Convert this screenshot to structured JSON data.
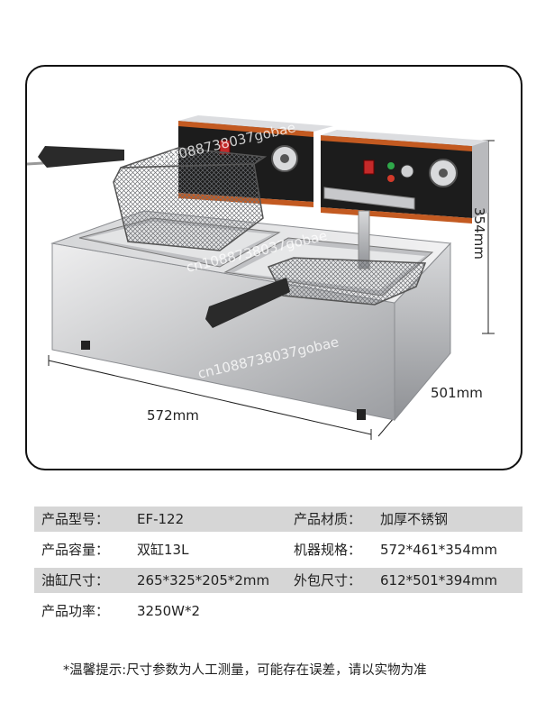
{
  "dimensions": {
    "width": "572mm",
    "depth": "501mm",
    "height": "354mm"
  },
  "watermark": "cn1088738037gobae",
  "specs": [
    {
      "label1": "产品型号：",
      "value1": "EF-122",
      "label2": "产品材质：",
      "value2": "加厚不锈钢"
    },
    {
      "label1": "产品容量：",
      "value1": "双缸13L",
      "label2": "机器规格：",
      "value2": "572*461*354mm"
    },
    {
      "label1": "油缸尺寸：",
      "value1": "265*325*205*2mm",
      "label2": "外包尺寸：",
      "value2": "612*501*394mm"
    },
    {
      "label1": "产品功率：",
      "value1": "3250W*2"
    }
  ],
  "note": "*温馨提示:尺寸参数为人工测量，可能存在误差，请以实物为准",
  "colors": {
    "steel": "#c9cacc",
    "control_panel": "#1c1c1c",
    "stripe": "#c35a21",
    "handle": "#2a2a2a",
    "spec_band": "#d6d6d6"
  }
}
